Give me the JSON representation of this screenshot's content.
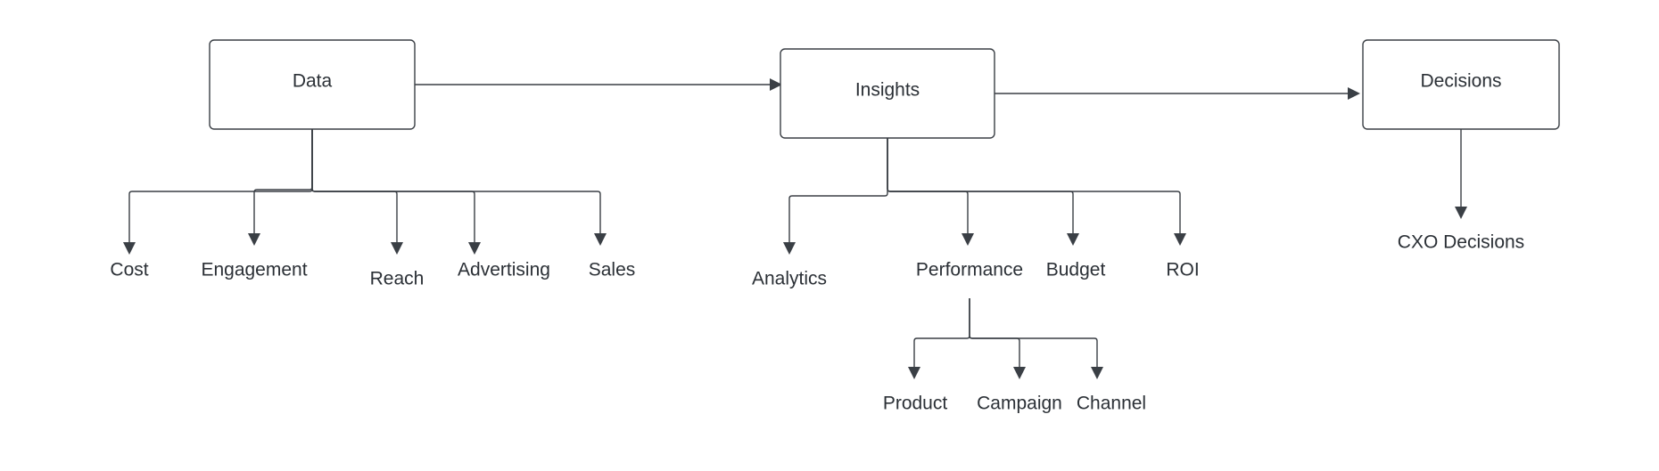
{
  "diagram": {
    "nodes": {
      "data": "Data",
      "insights": "Insights",
      "decisions": "Decisions"
    },
    "data_children": [
      "Cost",
      "Engagement",
      "Reach",
      "Advertising",
      "Sales"
    ],
    "insights_children": [
      "Analytics",
      "Performance",
      "Budget",
      "ROI"
    ],
    "performance_children": [
      "Product",
      "Campaign",
      "Channel"
    ],
    "decisions_children": [
      "CXO Decisions"
    ]
  },
  "colors": {
    "stroke": "#3a3f45",
    "text": "#2b3036",
    "background": "#ffffff"
  }
}
